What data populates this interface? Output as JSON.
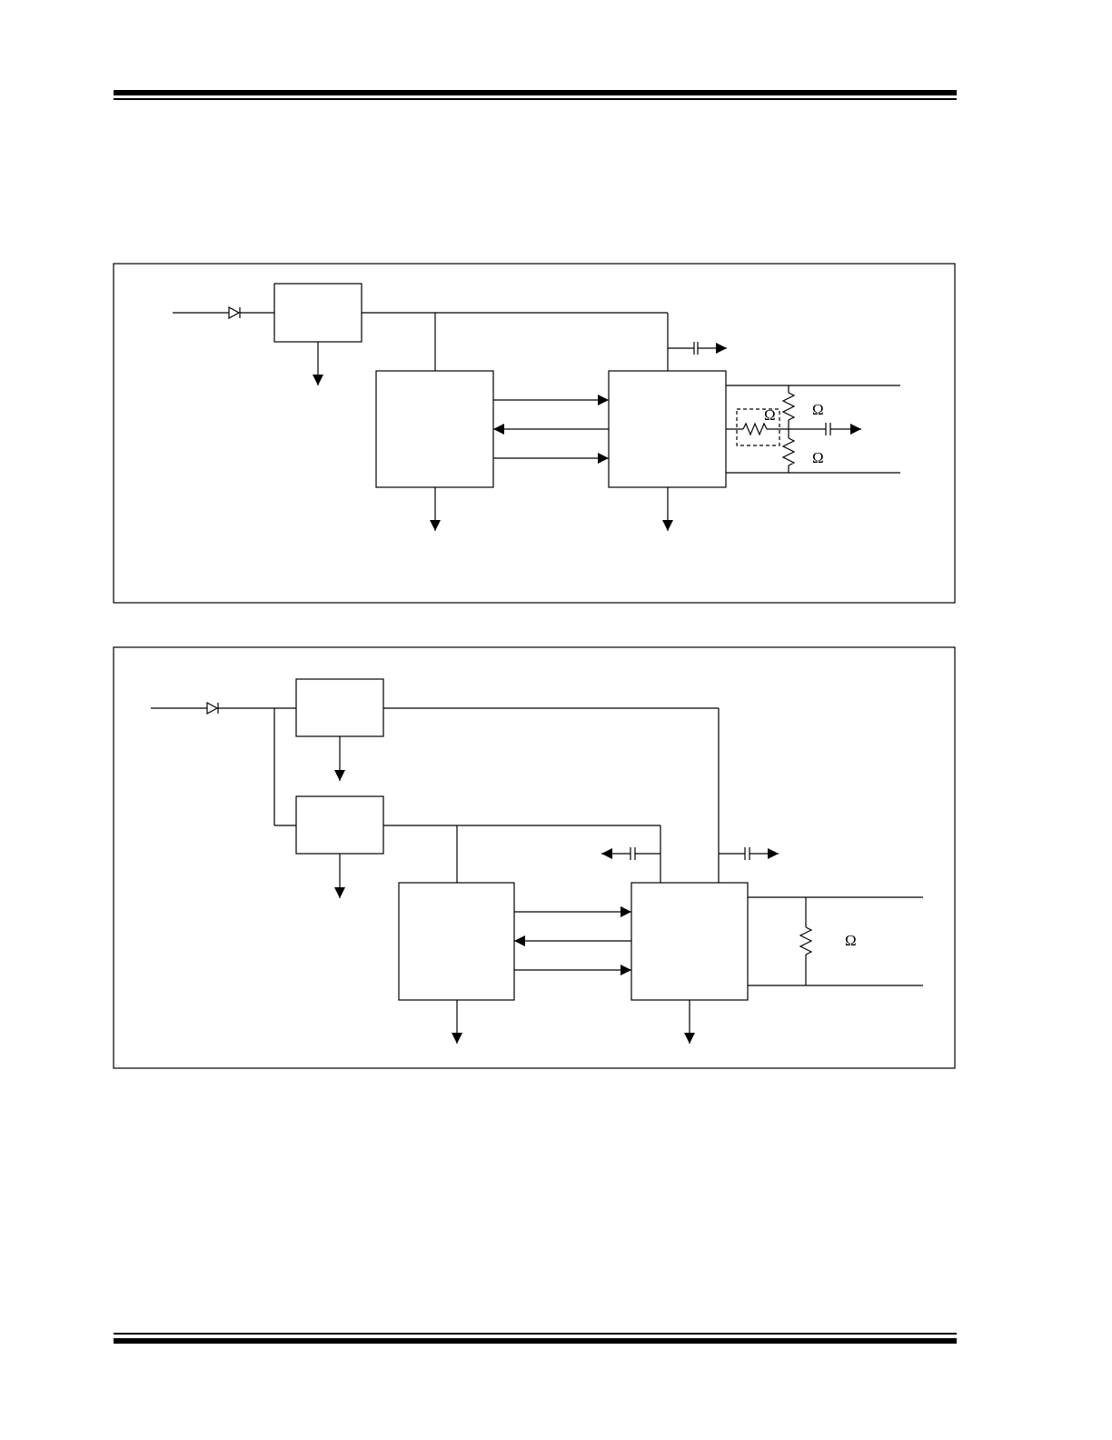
{
  "diagram_1": {
    "labels": {
      "r_inner": "Ω",
      "r_upper": "Ω",
      "r_lower": "Ω"
    }
  },
  "diagram_2": {
    "labels": {
      "r_term": "Ω"
    }
  }
}
